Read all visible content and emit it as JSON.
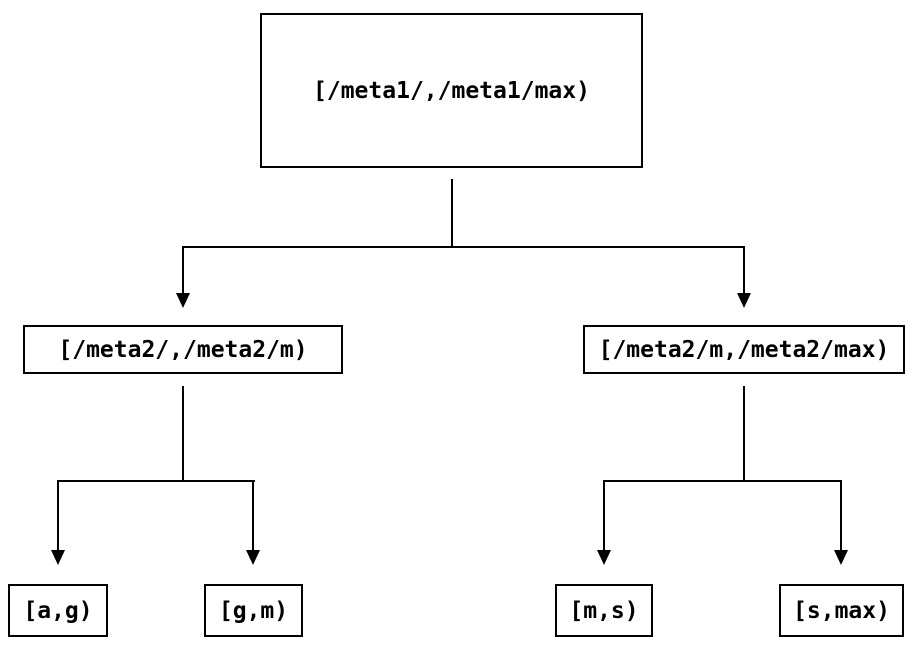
{
  "diagram": {
    "type": "binary-interval-tree",
    "background_color": "#ffffff",
    "line_color": "#000000",
    "node_fill_color": "#ffffff",
    "text_color": "#000000",
    "nodes": {
      "root": {
        "label": "[/meta1/,/meta1/max)"
      },
      "meta2_low": {
        "label": "[/meta2/,/meta2/m)"
      },
      "meta2_high": {
        "label": "[/meta2/m,/meta2/max)"
      },
      "leaf_ag": {
        "label": "[a,g)"
      },
      "leaf_gm": {
        "label": "[g,m)"
      },
      "leaf_ms": {
        "label": "[m,s)"
      },
      "leaf_smax": {
        "label": "[s,max)"
      }
    },
    "edges": [
      {
        "from": "root",
        "to": "meta2_low"
      },
      {
        "from": "root",
        "to": "meta2_high"
      },
      {
        "from": "meta2_low",
        "to": "leaf_ag"
      },
      {
        "from": "meta2_low",
        "to": "leaf_gm"
      },
      {
        "from": "meta2_high",
        "to": "leaf_ms"
      },
      {
        "from": "meta2_high",
        "to": "leaf_smax"
      }
    ]
  }
}
